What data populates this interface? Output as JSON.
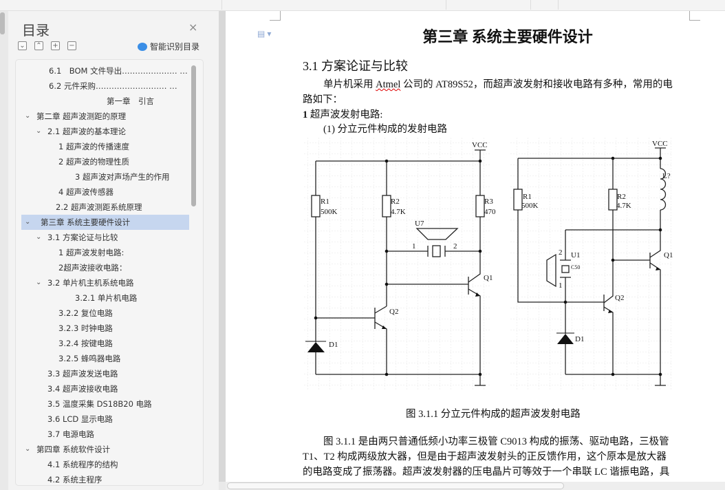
{
  "toc": {
    "title": "目录",
    "close": "×",
    "buttons": {
      "expand": "⌄",
      "collapse": "⌃",
      "plus": "+",
      "minus": "−"
    },
    "smart_label": "智能识别目录",
    "items": [
      {
        "label": "6.1　BOM 文件导出………………… …"
      },
      {
        "label": "6.2  元件采购……………………… …"
      },
      {
        "label": "第一章　引言"
      },
      {
        "label": "第二章  超声波测距的原理"
      },
      {
        "label": "2.1  超声波的基本理论"
      },
      {
        "label": "1  超声波的传播速度"
      },
      {
        "label": "2  超声波的物理性质"
      },
      {
        "label": "3  超声波对声场产生的作用"
      },
      {
        "label": "4  超声波传感器"
      },
      {
        "label": "2.2  超声波测距系统原理"
      },
      {
        "label": "第三章  系统主要硬件设计"
      },
      {
        "label": "3.1  方案论证与比较"
      },
      {
        "label": "1  超声波发射电路:"
      },
      {
        "label": "2超声波接收电路："
      },
      {
        "label": "3.2 单片机主机系统电路"
      },
      {
        "label": "3.2.1 单片机电路"
      },
      {
        "label": "3.2.2  复位电路"
      },
      {
        "label": "3.2.3  时钟电路"
      },
      {
        "label": "3.2.4  按键电路"
      },
      {
        "label": "3.2.5  蜂鸣器电路"
      },
      {
        "label": "3.3 超声波发送电路"
      },
      {
        "label": "3.4 超声波接收电路"
      },
      {
        "label": "3.5  温度采集 DS18B20 电路"
      },
      {
        "label": "3.6 LCD 显示电路"
      },
      {
        "label": "3.7  电源电路"
      },
      {
        "label": "第四章  系统软件设计"
      },
      {
        "label": "4.1  系统程序的结构"
      },
      {
        "label": "4.2  系统主程序"
      }
    ]
  },
  "doc": {
    "chapter_title": "第三章  系统主要硬件设计",
    "section_title": "3.1  方案论证与比较",
    "para1_a": "单片机采用 ",
    "para1_u": "Atmel",
    "para1_b": " 公司的 AT89S52，而超声波发射和接收电路有多种，常用的电",
    "para1_c": "路如下：",
    "sub1_num": "1",
    "sub1": " 超声波发射电路:",
    "sub1_1": "(1)  分立元件构成的发射电路",
    "figure_caption": "图  3.1.1  分立元件构成的超声波发射电路",
    "para2": [
      "图 3.1.1 是由两只普通低频小功率三极管 C9013 构成的振荡、驱动电路，三极管",
      "T1、T2 构成两级放大器，但是由于超声波发射头的正反馈作用，这个原本是放大器",
      "的电路变成了振荡器。超声波发射器的压电晶片可等效于一个串联 LC 谐振电路，具"
    ]
  },
  "circuit_left": {
    "vcc": "VCC",
    "r1": "R1",
    "r1v": "500K",
    "r2": "R2",
    "r2v": "4.7K",
    "r3": "R3",
    "r3v": "470",
    "u7": "U7",
    "pin1": "1",
    "pin2": "2",
    "q1": "Q1",
    "q2": "Q2",
    "d1": "D1"
  },
  "circuit_right": {
    "vcc": "VCC",
    "r1": "R1",
    "r1v": "500K",
    "r2": "R2",
    "r2v": "4.7K",
    "l": "L?",
    "u1": "U1",
    "u1v": "C50",
    "pin1": "1",
    "pin2": "2",
    "q1": "Q1",
    "q2": "Q2",
    "d1": "D1"
  }
}
